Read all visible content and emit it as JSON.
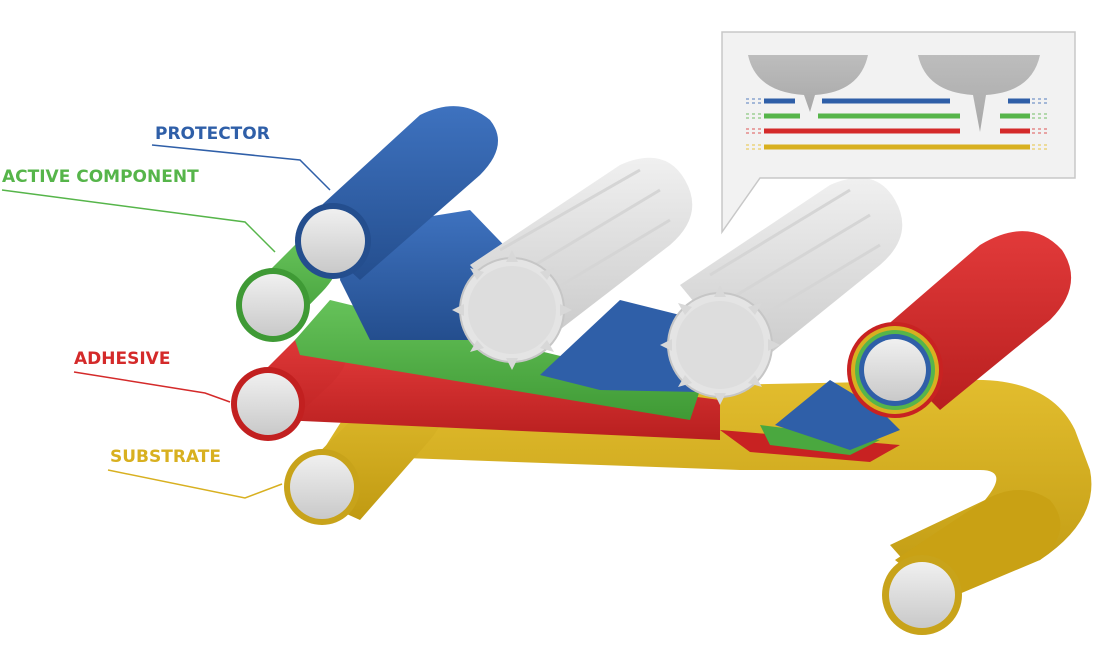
{
  "labels": {
    "protector": "PROTECTOR",
    "active_component": "ACTIVE COMPONENT",
    "adhesive": "ADHESIVE",
    "substrate": "SUBSTRATE"
  },
  "colors": {
    "protector": "#2f5fa8",
    "active_component": "#56b54a",
    "adhesive": "#d42a2a",
    "substrate": "#d8b020",
    "roller_core": "#cfcfcf",
    "gear": "#e2e2e2",
    "callout_bg": "#f2f2f2",
    "callout_border": "#c8c8c8"
  },
  "icons": {
    "rollers": "cylinder-roller-icon",
    "rotary_cutters": "gear-roller-icon",
    "cutting_blades": "blade-icon"
  }
}
